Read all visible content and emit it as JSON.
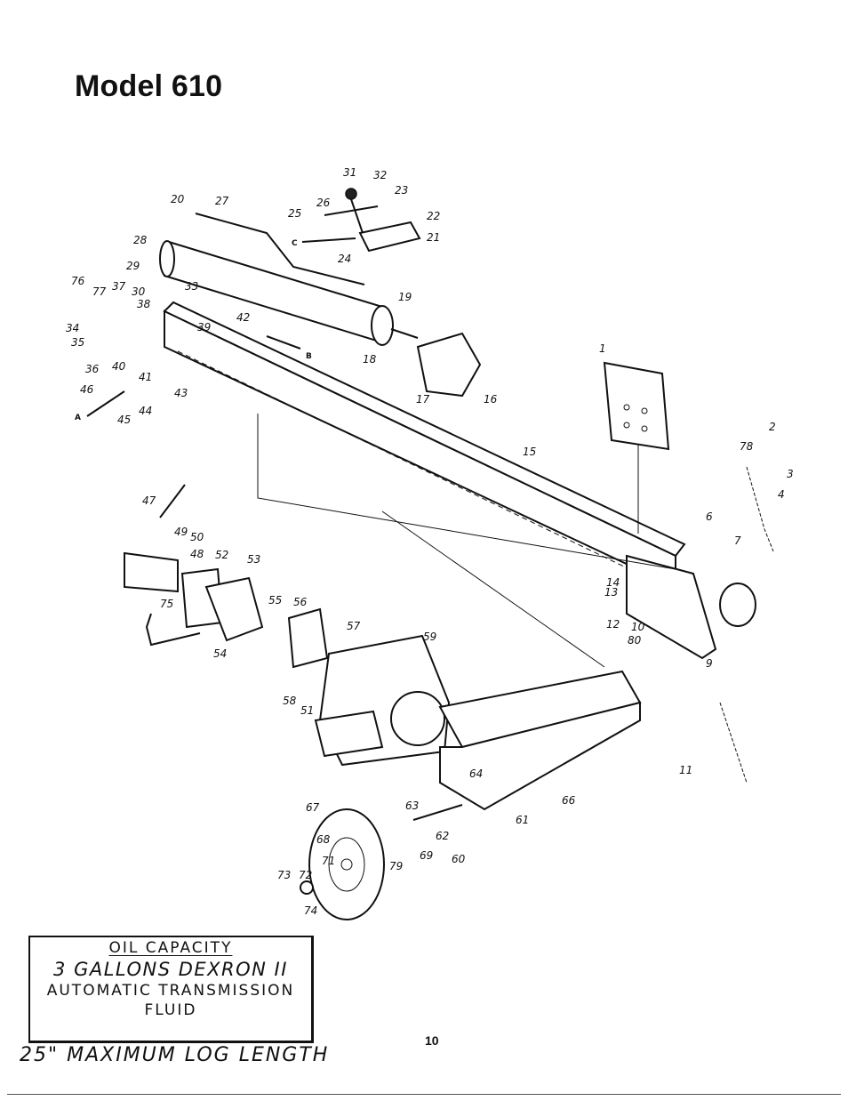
{
  "page": {
    "title": "Model 610",
    "page_number": "10"
  },
  "callouts": [
    "1",
    "2",
    "3",
    "4",
    "6",
    "7",
    "9",
    "10",
    "11",
    "12",
    "13",
    "14",
    "15",
    "16",
    "17",
    "18",
    "19",
    "20",
    "21",
    "22",
    "23",
    "24",
    "25",
    "26",
    "27",
    "28",
    "29",
    "30",
    "31",
    "32",
    "33",
    "34",
    "35",
    "36",
    "37",
    "38",
    "39",
    "40",
    "41",
    "42",
    "43",
    "44",
    "45",
    "46",
    "47",
    "48",
    "49",
    "50",
    "51",
    "52",
    "53",
    "54",
    "55",
    "56",
    "57",
    "58",
    "59",
    "60",
    "61",
    "62",
    "63",
    "64",
    "66",
    "67",
    "68",
    "69",
    "71",
    "72",
    "73",
    "74",
    "75",
    "76",
    "77",
    "78",
    "79",
    "80"
  ],
  "hose_keys": {
    "a": "A",
    "b": "B",
    "c": "C"
  },
  "oil_box": {
    "heading": "OIL CAPACITY",
    "line1": "3 GALLONS DEXRON II",
    "line2": "AUTOMATIC TRANSMISSION",
    "line3": "FLUID"
  },
  "note": "25\" MAXIMUM LOG LENGTH"
}
